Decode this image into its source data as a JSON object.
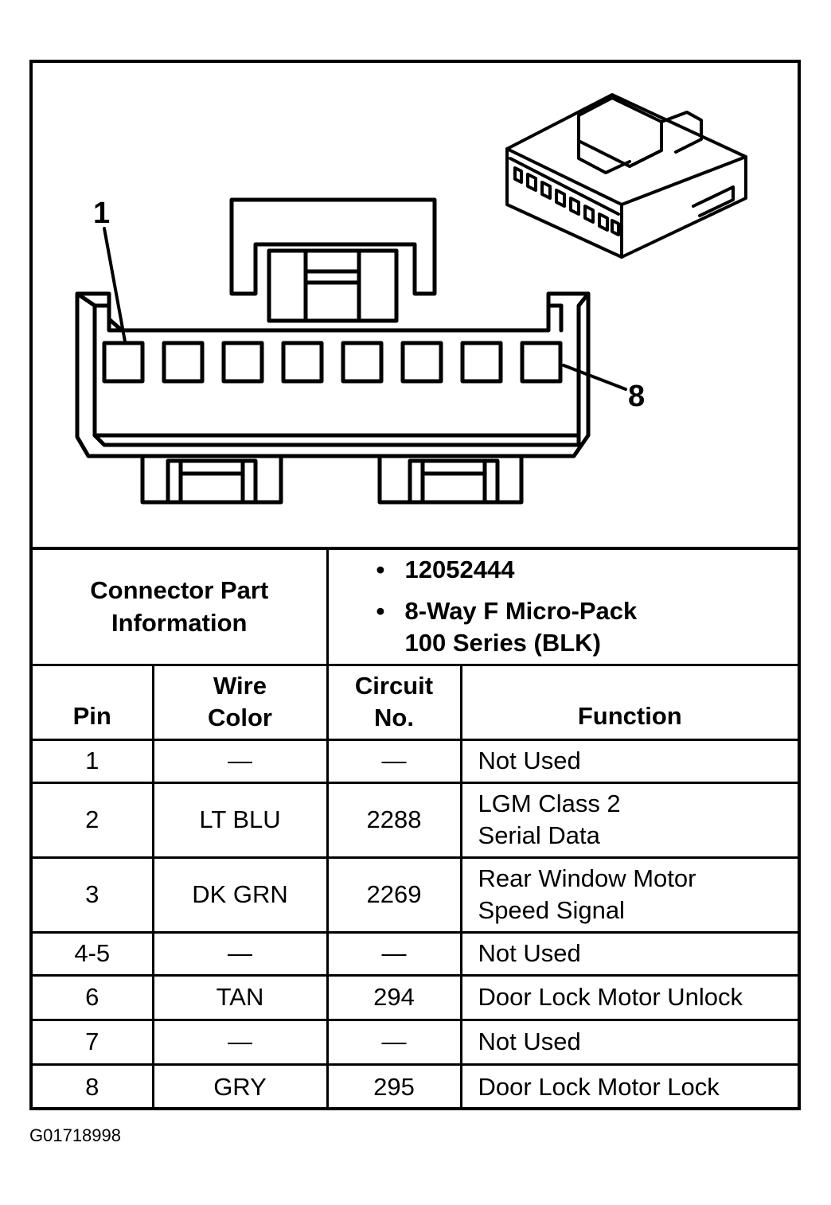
{
  "diagram": {
    "callout_first": "1",
    "callout_last": "8"
  },
  "connector_info": {
    "label": "Connector Part Information",
    "part_number": "12052444",
    "description_line1": "8-Way F Micro-Pack",
    "description_line2": "100 Series (BLK)",
    "bullet": "•"
  },
  "table": {
    "headers": {
      "pin": "Pin",
      "wire_color_l1": "Wire",
      "wire_color_l2": "Color",
      "circuit_l1": "Circuit",
      "circuit_l2": "No.",
      "function": "Function"
    },
    "rows": [
      {
        "pin": "1",
        "wire": "—",
        "circuit": "—",
        "function_l1": "Not Used",
        "function_l2": ""
      },
      {
        "pin": "2",
        "wire": "LT BLU",
        "circuit": "2288",
        "function_l1": "LGM Class 2",
        "function_l2": "Serial Data"
      },
      {
        "pin": "3",
        "wire": "DK GRN",
        "circuit": "2269",
        "function_l1": "Rear Window Motor",
        "function_l2": "Speed Signal"
      },
      {
        "pin": "4-5",
        "wire": "—",
        "circuit": "—",
        "function_l1": "Not Used",
        "function_l2": ""
      },
      {
        "pin": "6",
        "wire": "TAN",
        "circuit": "294",
        "function_l1": "Door Lock Motor Unlock",
        "function_l2": ""
      },
      {
        "pin": "7",
        "wire": "—",
        "circuit": "—",
        "function_l1": "Not Used",
        "function_l2": ""
      },
      {
        "pin": "8",
        "wire": "GRY",
        "circuit": "295",
        "function_l1": "Door Lock Motor Lock",
        "function_l2": ""
      }
    ]
  },
  "figure_id": "G01718998"
}
